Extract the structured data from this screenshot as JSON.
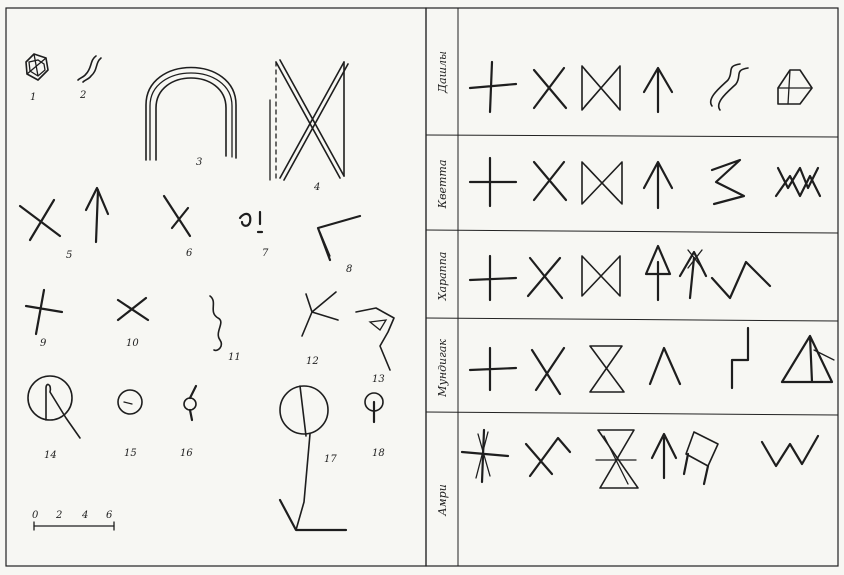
{
  "left_panel": {
    "figure_numbers": [
      "1",
      "2",
      "3",
      "4",
      "5",
      "6",
      "7",
      "8",
      "9",
      "10",
      "11",
      "12",
      "13",
      "14",
      "15",
      "16",
      "17",
      "18"
    ],
    "scale_labels": [
      "0",
      "2",
      "4",
      "6"
    ]
  },
  "right_panel": {
    "rows": [
      {
        "label": "Дашлы"
      },
      {
        "label": "Кветта"
      },
      {
        "label": "Хараппа"
      },
      {
        "label": "Мундигак"
      },
      {
        "label": "Амри"
      }
    ]
  }
}
